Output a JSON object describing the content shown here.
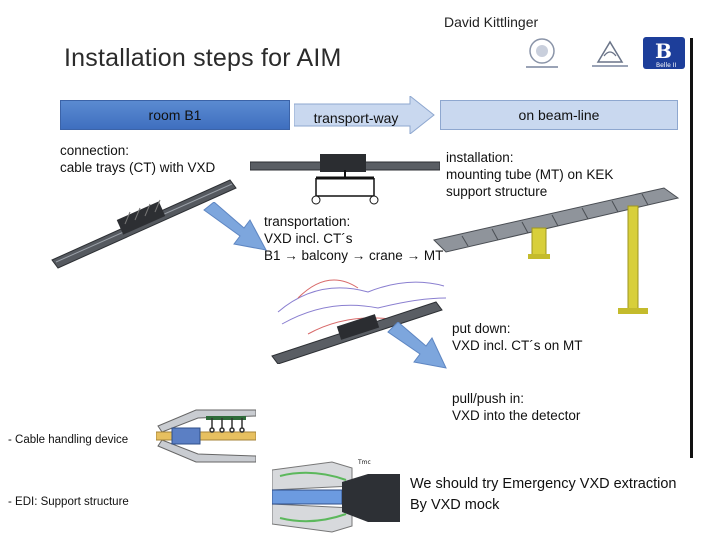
{
  "header": {
    "author": "David Kittlinger",
    "title": "Installation steps for AIM",
    "logo_b_text": "B",
    "logo_b_caption": "Belle II"
  },
  "flow_bar": {
    "stage1": "room B1",
    "stage2": "transport-way",
    "stage3": "on beam-line"
  },
  "steps": {
    "connection": [
      "connection:",
      "cable trays (CT) with VXD"
    ],
    "transportation": [
      "transportation:",
      "VXD incl. CT´s",
      "B1 → balcony → crane → MT"
    ],
    "installation": [
      "installation:",
      "mounting tube (MT) on KEK",
      "support structure"
    ],
    "put_down": [
      "put down:",
      "VXD incl. CT´s on MT"
    ],
    "pull_push": [
      "pull/push in:",
      "VXD into the detector"
    ]
  },
  "bullets": [
    "-   Cable handling device",
    "-   EDI: Support structure"
  ],
  "drawing_label": "Tmc",
  "footer_note": [
    "We should try Emergency VXD extraction",
    "By VXD mock"
  ],
  "colors": {
    "bar_dark": "#4a7cc9",
    "bar_light": "#c9d8ef",
    "arrow": "#7da6dd",
    "support_yellow": "#d8cf3a"
  }
}
